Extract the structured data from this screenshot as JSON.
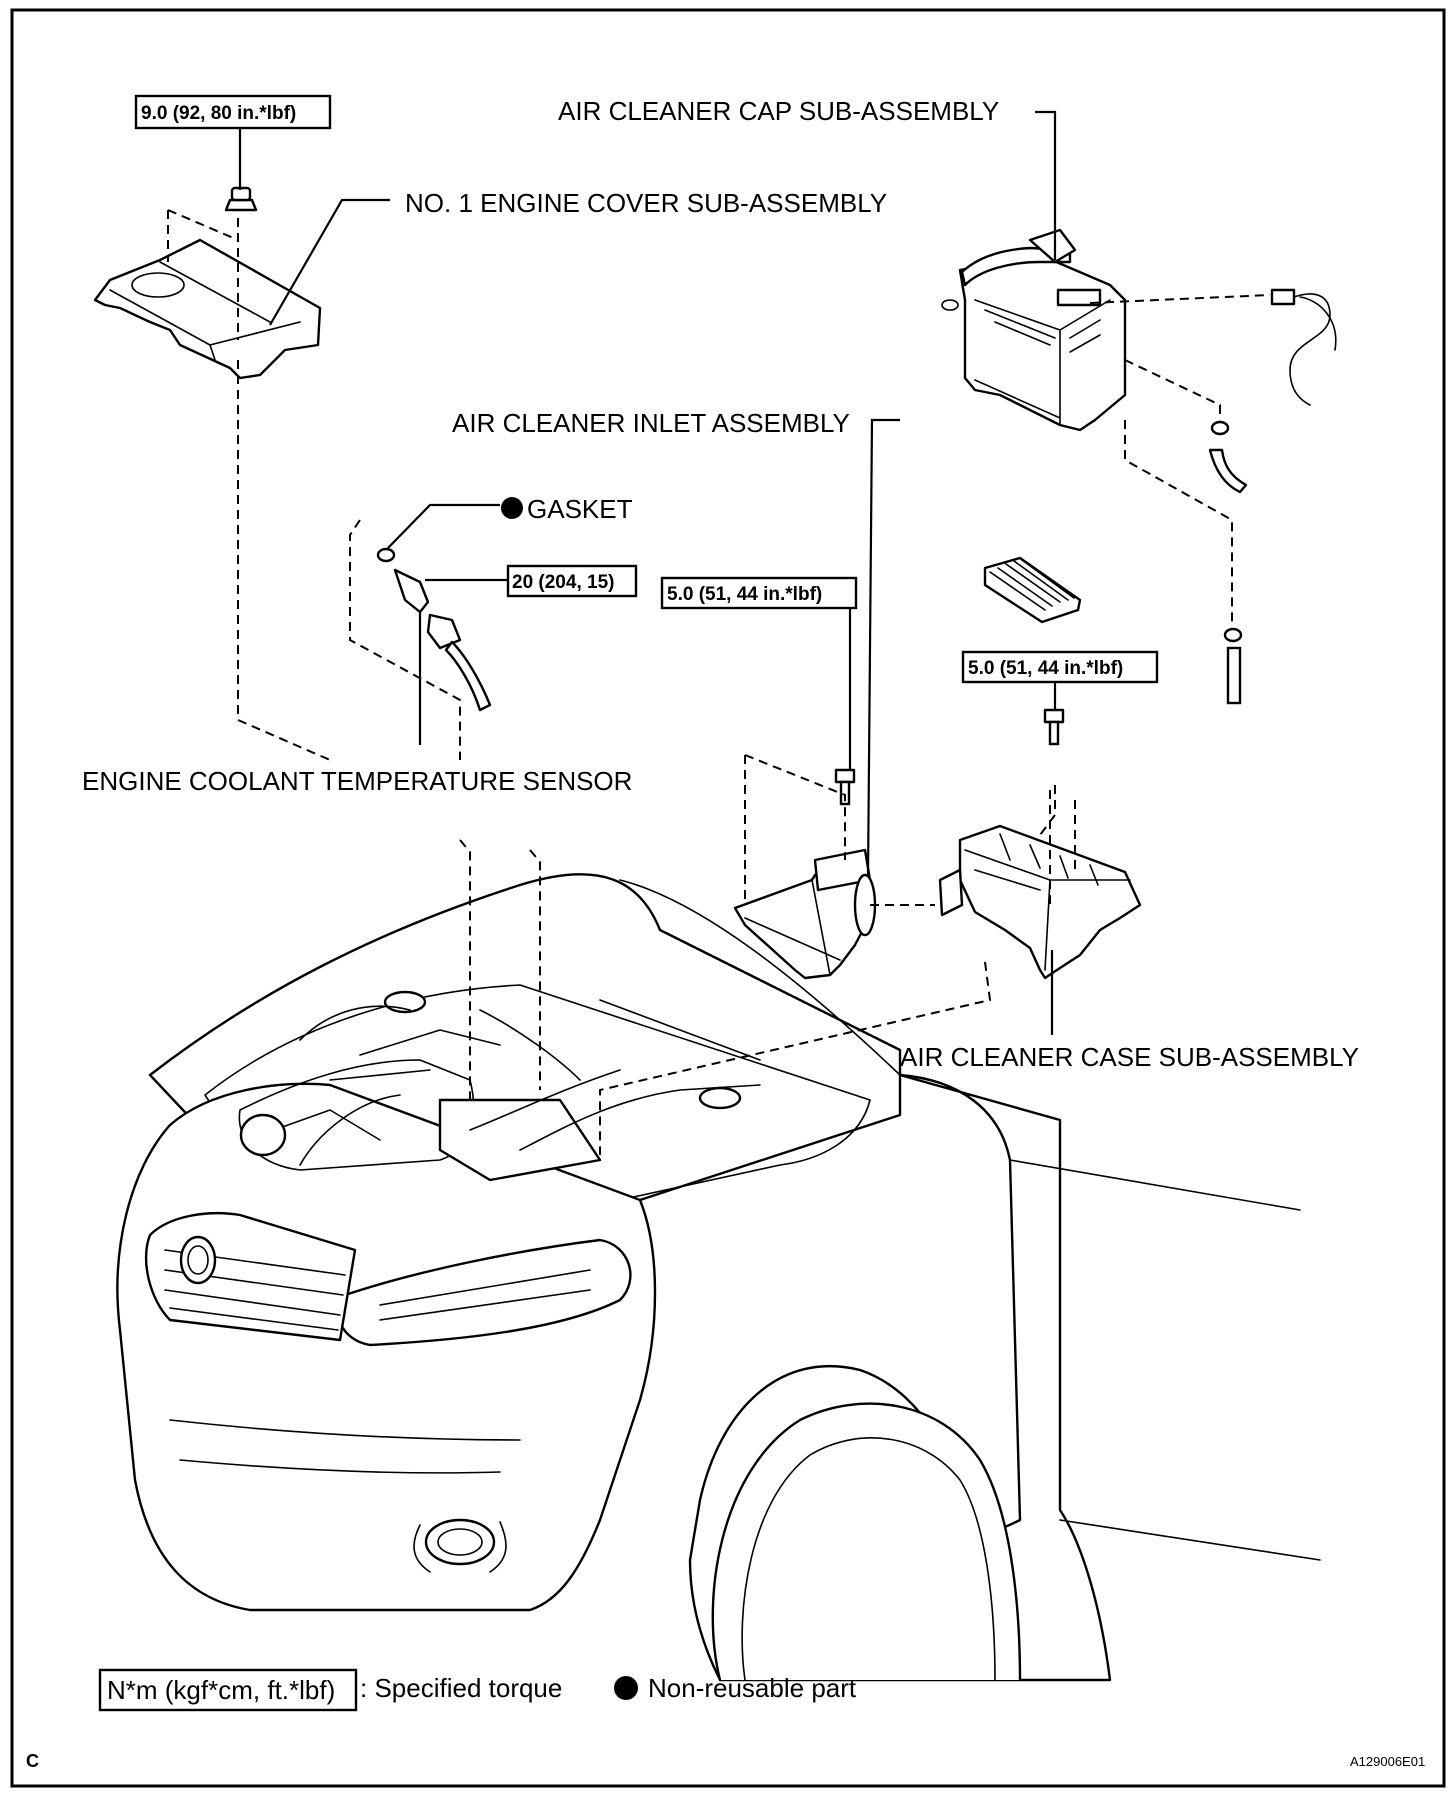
{
  "labels": {
    "cap": "AIR CLEANER CAP SUB-ASSEMBLY",
    "engine_cover": "NO. 1 ENGINE COVER SUB-ASSEMBLY",
    "inlet": "AIR CLEANER INLET ASSEMBLY",
    "gasket": "GASKET",
    "ect_sensor": "ENGINE COOLANT TEMPERATURE SENSOR",
    "case": "AIR CLEANER CASE SUB-ASSEMBLY"
  },
  "torque": {
    "engine_cover_nut": "9.0 (92, 80 in.*lbf)",
    "ect_sensor": "20 (204, 15)",
    "inlet_bolt": "5.0 (51, 44 in.*lbf)",
    "case_bolt": "5.0 (51, 44 in.*lbf)"
  },
  "legend": {
    "unit": "N*m (kgf*cm, ft.*lbf)",
    "torque_text": ": Specified torque",
    "nonreusable_text": "Non-reusable part"
  },
  "footer": {
    "corner_letter": "C",
    "figure_id": "A129006E01"
  },
  "colors": {
    "ink": "#000000",
    "paper": "#ffffff"
  }
}
